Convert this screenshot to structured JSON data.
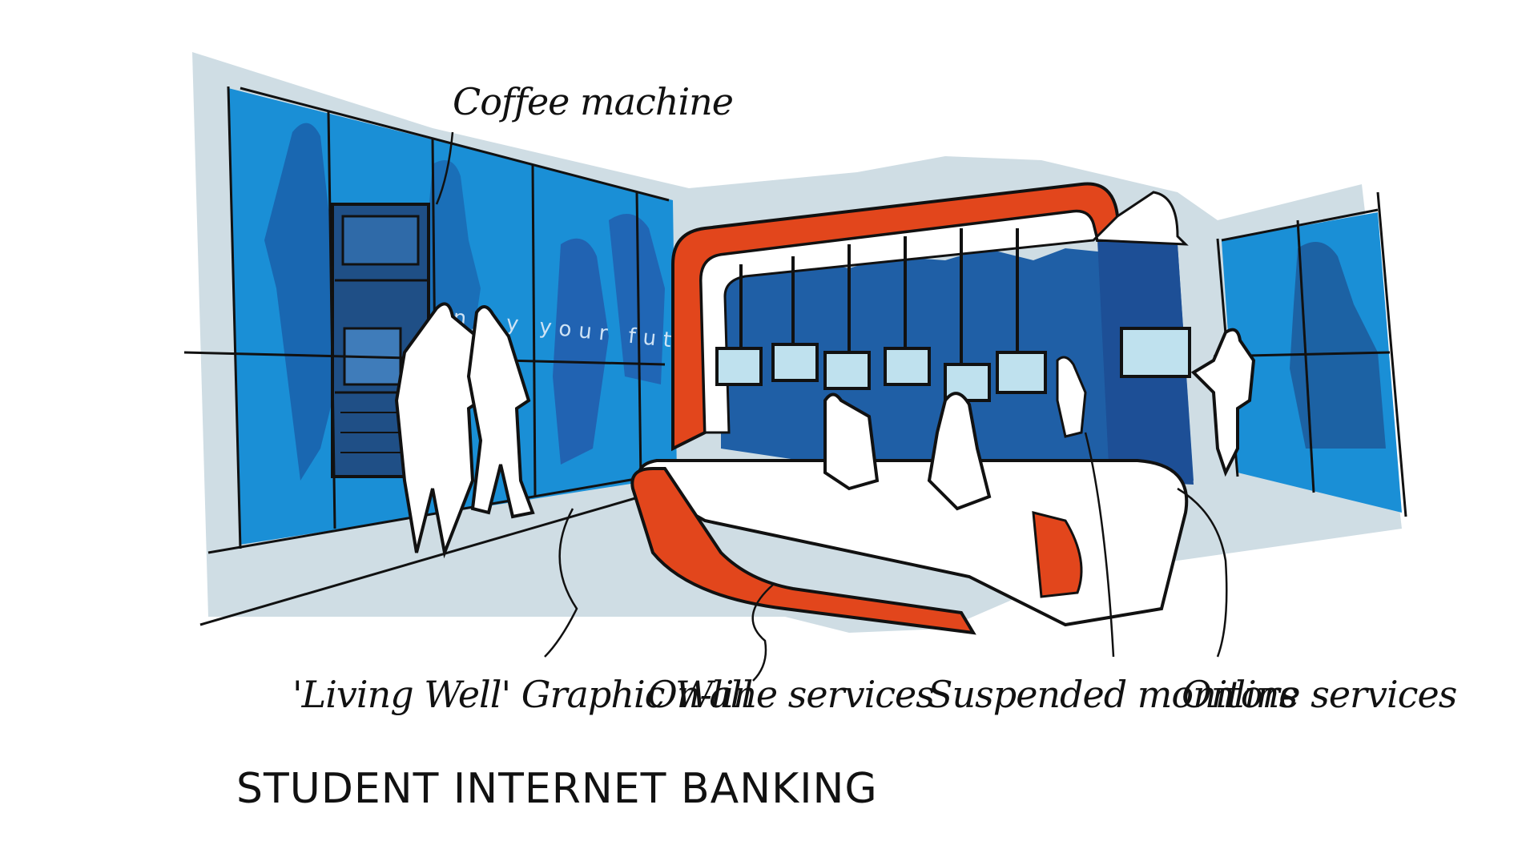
{
  "title": "STUDENT INTERNET BANKING",
  "wall_slogan": "enjoy your future",
  "annotations": {
    "coffee_machine": "Coffee machine",
    "graphic_wall": "'Living Well' Graphic Wall",
    "online_services_1": "On-line services",
    "suspended_monitors": "Suspended monitors",
    "online_services_2": "Online services"
  },
  "colors": {
    "wall_blue": "#1a8fd6",
    "deep_blue": "#1f5fa6",
    "floor_grey": "#cfdde4",
    "accent_orange": "#e2461c",
    "ink": "#111111"
  }
}
